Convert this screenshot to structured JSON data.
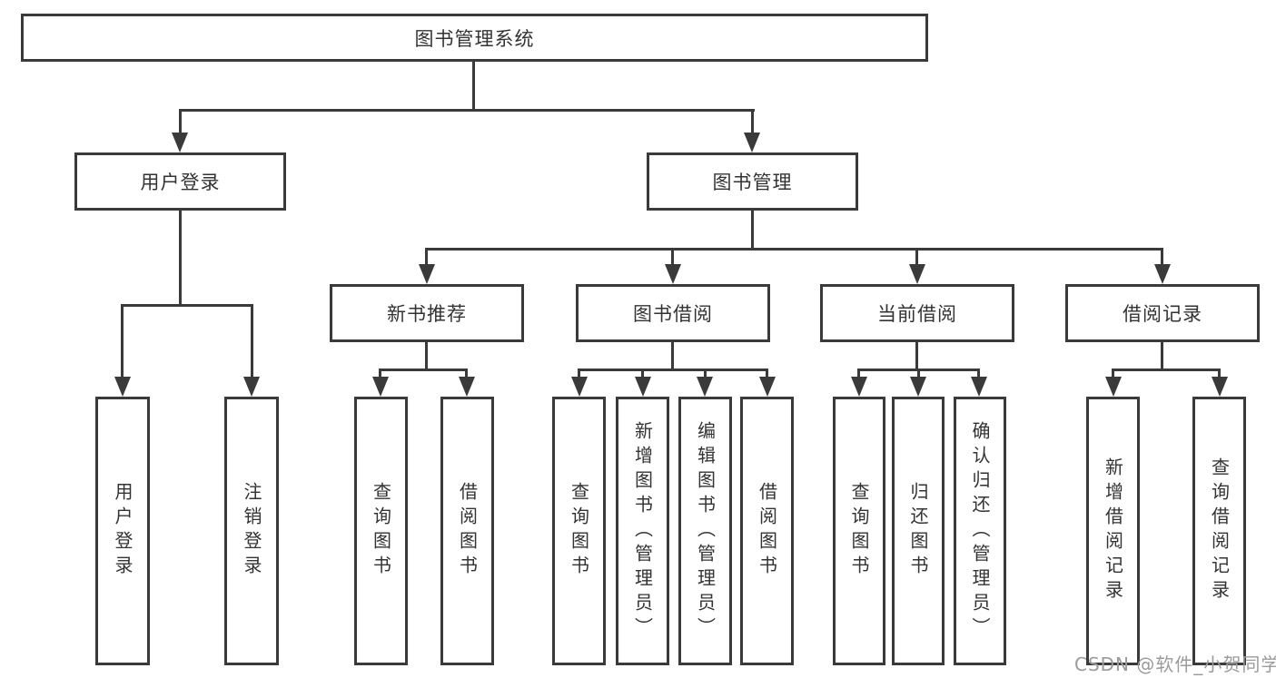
{
  "diagram": {
    "title": "图书管理系统",
    "watermark": "CSDN @软件_小贺同学",
    "colors": {
      "line": "#3a3a3a",
      "text": "#333333",
      "background": "#ffffff",
      "watermark": "#9b9b9b"
    },
    "nodes": {
      "root": "图书管理系统",
      "user_login": "用户登录",
      "book_mgmt": "图书管理",
      "login": "用户登录",
      "logout": "注销登录",
      "new_book_rec": "新书推荐",
      "book_borrow": "图书借阅",
      "current_borrow": "当前借阅",
      "borrow_record": "借阅记录",
      "nb_query": "查询图书",
      "nb_borrow": "借阅图书",
      "bb_query": "查询图书",
      "bb_add": "新增图书（管理员）",
      "bb_edit": "编辑图书（管理员）",
      "bb_borrow": "借阅图书",
      "cb_query": "查询图书",
      "cb_return": "归还图书",
      "cb_confirm": "确认归还（管理员）",
      "br_add": "新增借阅记录",
      "br_query": "查询借阅记录"
    }
  }
}
